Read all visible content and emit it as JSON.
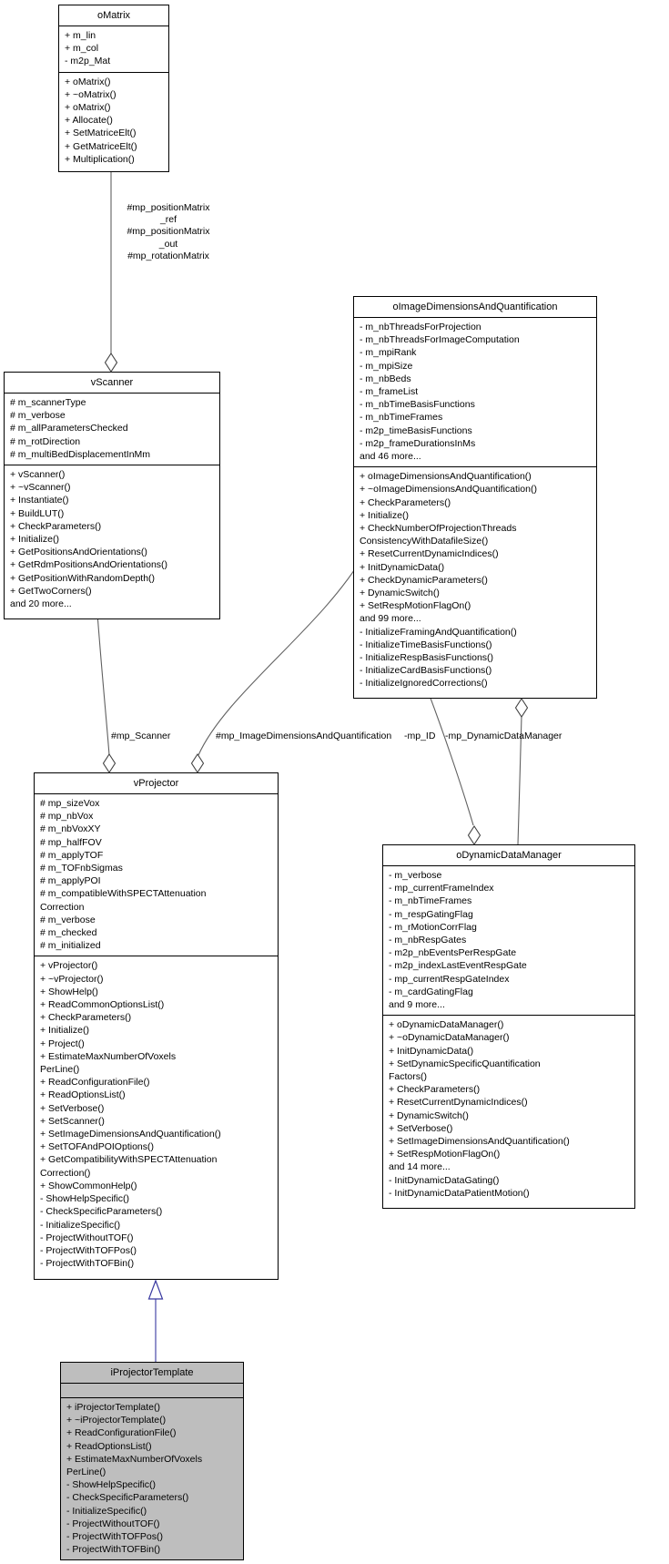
{
  "diagram": {
    "type": "uml-class-collaboration",
    "classes": {
      "oMatrix": {
        "name": "oMatrix",
        "attributes": [
          "+ m_lin",
          "+ m_col",
          "- m2p_Mat"
        ],
        "methods": [
          "+ oMatrix()",
          "+ ~oMatrix()",
          "+ oMatrix()",
          "+ Allocate()",
          "+ SetMatriceElt()",
          "+ GetMatriceElt()",
          "+ Multiplication()"
        ]
      },
      "vScanner": {
        "name": "vScanner",
        "attributes": [
          "# m_scannerType",
          "# m_verbose",
          "# m_allParametersChecked",
          "# m_rotDirection",
          "# m_multiBedDisplacementInMm"
        ],
        "methods": [
          "+ vScanner()",
          "+ ~vScanner()",
          "+ Instantiate()",
          "+ BuildLUT()",
          "+ CheckParameters()",
          "+ Initialize()",
          "+ GetPositionsAndOrientations()",
          "+ GetRdmPositionsAndOrientations()",
          "+ GetPositionWithRandomDepth()",
          "+ GetTwoCorners()",
          "and 20 more..."
        ]
      },
      "oImageDimensionsAndQuantification": {
        "name": "oImageDimensionsAndQuantification",
        "attributes": [
          "- m_nbThreadsForProjection",
          "- m_nbThreadsForImageComputation",
          "- m_mpiRank",
          "- m_mpiSize",
          "- m_nbBeds",
          "- m_frameList",
          "- m_nbTimeBasisFunctions",
          "- m_nbTimeFrames",
          "- m2p_timeBasisFunctions",
          "- m2p_frameDurationsInMs",
          "and 46 more..."
        ],
        "methods": [
          "+ oImageDimensionsAndQuantification()",
          "+ ~oImageDimensionsAndQuantification()",
          "+ CheckParameters()",
          "+ Initialize()",
          "+ CheckNumberOfProjectionThreads\nConsistencyWithDatafileSize()",
          "+ ResetCurrentDynamicIndices()",
          "+ InitDynamicData()",
          "+ CheckDynamicParameters()",
          "+ DynamicSwitch()",
          "+ SetRespMotionFlagOn()",
          "and 99 more...",
          "- InitializeFramingAndQuantification()",
          "- InitializeTimeBasisFunctions()",
          "- InitializeRespBasisFunctions()",
          "- InitializeCardBasisFunctions()",
          "- InitializeIgnoredCorrections()"
        ]
      },
      "vProjector": {
        "name": "vProjector",
        "attributes": [
          "# mp_sizeVox",
          "# mp_nbVox",
          "# m_nbVoxXY",
          "# mp_halfFOV",
          "# m_applyTOF",
          "# m_TOFnbSigmas",
          "# m_applyPOI",
          "# m_compatibleWithSPECTAttenuation\nCorrection",
          "# m_verbose",
          "# m_checked",
          "# m_initialized"
        ],
        "methods": [
          "+ vProjector()",
          "+ ~vProjector()",
          "+ ShowHelp()",
          "+ ReadCommonOptionsList()",
          "+ CheckParameters()",
          "+ Initialize()",
          "+ Project()",
          "+ EstimateMaxNumberOfVoxels\nPerLine()",
          "+ ReadConfigurationFile()",
          "+ ReadOptionsList()",
          "+ SetVerbose()",
          "+ SetScanner()",
          "+ SetImageDimensionsAndQuantification()",
          "+ SetTOFAndPOIOptions()",
          "+ GetCompatibilityWithSPECTAttenuation\nCorrection()",
          "+ ShowCommonHelp()",
          "- ShowHelpSpecific()",
          "- CheckSpecificParameters()",
          "- InitializeSpecific()",
          "- ProjectWithoutTOF()",
          "- ProjectWithTOFPos()",
          "- ProjectWithTOFBin()"
        ]
      },
      "oDynamicDataManager": {
        "name": "oDynamicDataManager",
        "attributes": [
          "- m_verbose",
          "- mp_currentFrameIndex",
          "- m_nbTimeFrames",
          "- m_respGatingFlag",
          "- m_rMotionCorrFlag",
          "- m_nbRespGates",
          "- m2p_nbEventsPerRespGate",
          "- m2p_indexLastEventRespGate",
          "- mp_currentRespGateIndex",
          "- m_cardGatingFlag",
          "and 9 more..."
        ],
        "methods": [
          "+ oDynamicDataManager()",
          "+ ~oDynamicDataManager()",
          "+ InitDynamicData()",
          "+ SetDynamicSpecificQuantification\nFactors()",
          "+ CheckParameters()",
          "+ ResetCurrentDynamicIndices()",
          "+ DynamicSwitch()",
          "+ SetVerbose()",
          "+ SetImageDimensionsAndQuantification()",
          "+ SetRespMotionFlagOn()",
          "and 14 more...",
          "- InitDynamicDataGating()",
          "- InitDynamicDataPatientMotion()"
        ]
      },
      "iProjectorTemplate": {
        "name": "iProjectorTemplate",
        "attributes": [],
        "methods": [
          "+ iProjectorTemplate()",
          "+ ~iProjectorTemplate()",
          "+ ReadConfigurationFile()",
          "+ ReadOptionsList()",
          "+ EstimateMaxNumberOfVoxels\nPerLine()",
          "- ShowHelpSpecific()",
          "- CheckSpecificParameters()",
          "- InitializeSpecific()",
          "- ProjectWithoutTOF()",
          "- ProjectWithTOFPos()",
          "- ProjectWithTOFBin()"
        ]
      }
    },
    "edge_labels": {
      "matrix_members": "#mp_positionMatrix\n_ref\n#mp_positionMatrix\n_out\n#mp_rotationMatrix",
      "scanner": "#mp_Scanner",
      "image_dimensions": "#mp_ImageDimensionsAndQuantification",
      "mp_id": "-mp_ID",
      "dynamic_data_manager": "-mp_DynamicDataManager"
    },
    "colors": {
      "box_bg": "#ffffff",
      "box_border": "#000000",
      "highlight_bg": "#bebebe",
      "edge": "#606060",
      "edge_marker": "#404040",
      "inheritance_edge": "#3939a0",
      "text": "#000000"
    }
  }
}
